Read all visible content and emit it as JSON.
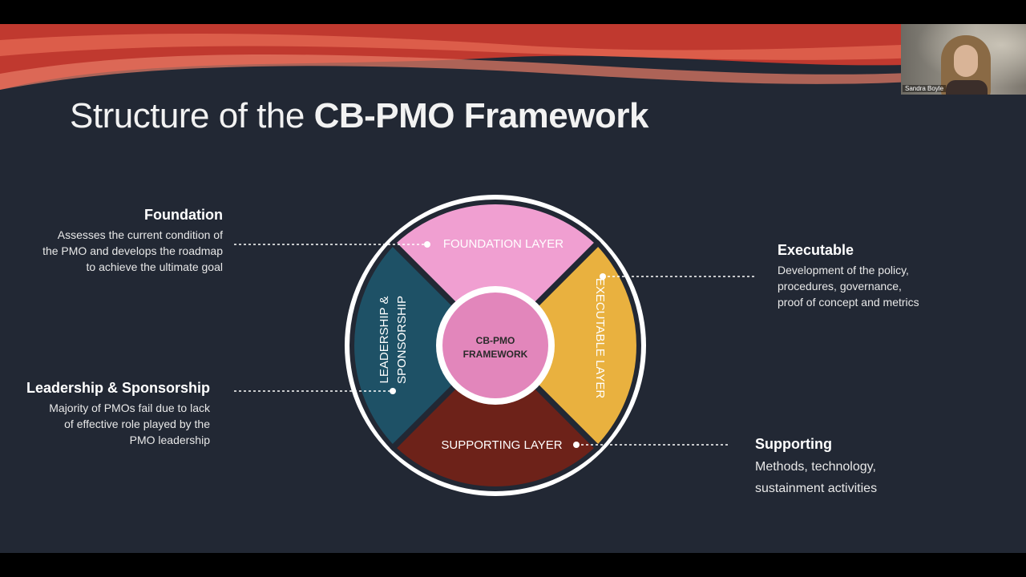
{
  "slide": {
    "title_light": "Structure of the",
    "title_bold": "CB-PMO Framework"
  },
  "diagram": {
    "center": [
      "CB-PMO",
      "FRAMEWORK"
    ],
    "segments": {
      "foundation": "FOUNDATION LAYER",
      "executable": "EXECUTABLE LAYER",
      "supporting": "SUPPORTING LAYER",
      "leadership": [
        "LEADERSHIP &",
        "SPONSORSHIP"
      ]
    },
    "colors": {
      "foundation": "#f09fd1",
      "executable": "#e9b13f",
      "supporting": "#6d2219",
      "leadership": "#1e5166",
      "center": "#e286bb"
    }
  },
  "notes": {
    "foundation": {
      "title": "Foundation",
      "lines": [
        "Assesses the current condition of",
        "the PMO and develops the roadmap",
        "to achieve the ultimate goal"
      ]
    },
    "executable": {
      "title": "Executable",
      "lines": [
        "Development of the policy,",
        "procedures, governance,",
        "proof of concept and metrics"
      ]
    },
    "leadership": {
      "title": "Leadership & Sponsorship",
      "lines": [
        "Majority of PMOs fail due to lack",
        "of effective role played by the",
        "PMO leadership"
      ]
    },
    "supporting": {
      "title": "Supporting",
      "lines": [
        "Methods, technology,",
        "sustainment activities"
      ]
    }
  },
  "webcam": {
    "participant_name": "Sandra Boyle"
  }
}
